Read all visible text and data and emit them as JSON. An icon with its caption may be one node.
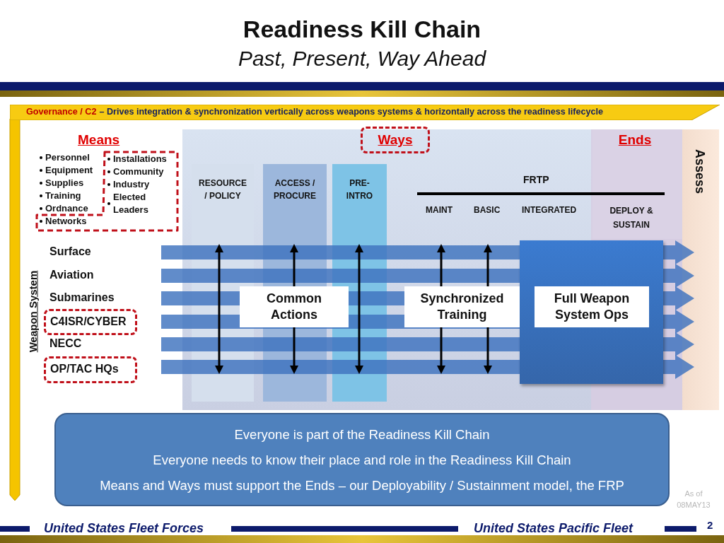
{
  "diagram": {
    "title": "Readiness Kill Chain",
    "nodes": [
      {
        "text": [
          "Governance / C2",
          "– Drives integration & synchronization vertically across weapons systems & horizontally across the readiness lifecycle"
        ]
      },
      {
        "text": [
          "Ways"
        ]
      },
      {
        "text": [
          "Installations",
          "Community",
          "Industry",
          "Elected Leaders",
          "Networks"
        ]
      },
      {
        "text": [
          "RESOURCE / POLICY"
        ]
      },
      {
        "text": [
          "ACCESS / PROCURE"
        ]
      },
      {
        "text": [
          "PRE-INTRO"
        ]
      },
      {
        "text": [
          "Ends",
          "DEPLOY & SUSTAIN"
        ]
      },
      {
        "text": [
          "Assess"
        ]
      },
      {
        "text": [
          "C4ISR/CYBER"
        ]
      },
      {
        "text": [
          "OP/TAC HQs"
        ]
      },
      {
        "text": [
          "Common Actions"
        ]
      },
      {
        "text": [
          "Synchronized Training"
        ]
      },
      {
        "text": [],
        "shape": "box"
      },
      {
        "text": [
          "Full Weapon System Ops"
        ],
        "in": 12
      },
      {
        "text": [
          "Everyone is part of the Readiness Kill Chain",
          "Everyone needs to know their place and role in the Readiness Kill Chain",
          "Means and Ways must support the Ends – our Deployability / Sustainment model, the FRP"
        ]
      }
    ],
    "labels": [
      "Past, Present, Way Ahead",
      "Means",
      "Personnel",
      "Equipment",
      "Supplies",
      "Training",
      "Ordnance",
      "FRTP",
      "MAINT",
      "BASIC",
      "INTEGRATED",
      "Weapon System",
      "Surface",
      "Aviation",
      "Submarines",
      "NECC",
      "As of 08MAY13",
      "United States Fleet Forces",
      "United States Pacific Fleet",
      "2"
    ]
  }
}
